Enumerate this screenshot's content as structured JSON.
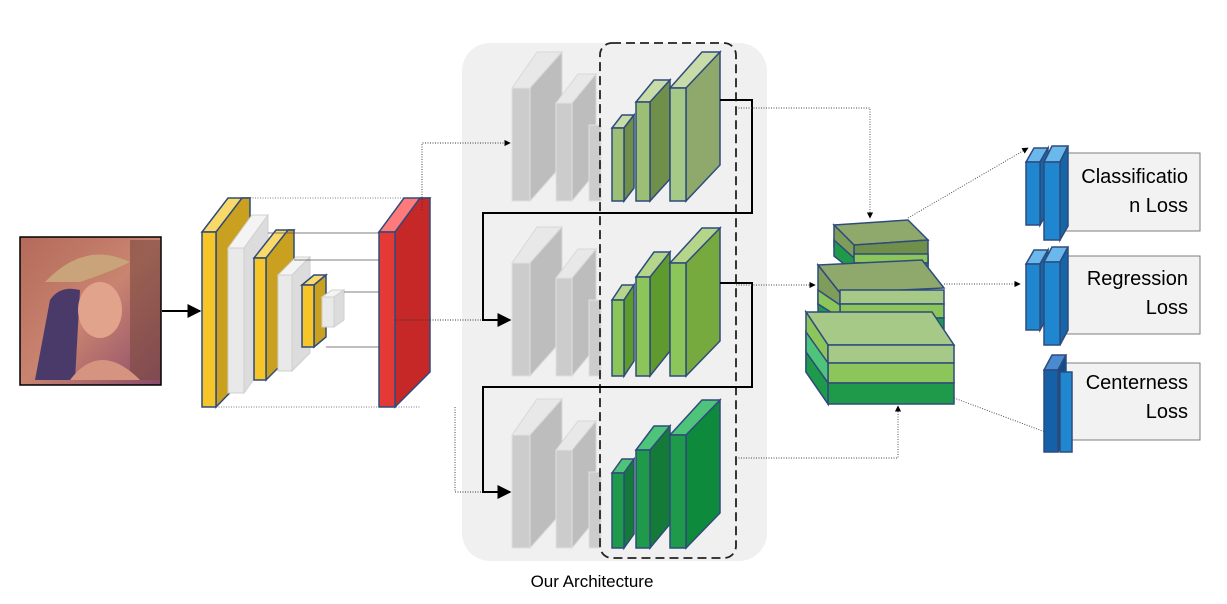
{
  "architecture_caption": "Our Architecture",
  "losses": [
    {
      "label": "Classification Loss"
    },
    {
      "label": "Regression Loss"
    },
    {
      "label": "Centerness Loss"
    }
  ],
  "colors": {
    "backbone_yellow": "#f5c52a",
    "backbone_white": "#e9e9e9",
    "fpn_red": "#e53935",
    "ghost_grey": "#c8c8c8",
    "green_light": "#8fa86c",
    "green_mid": "#77b24a",
    "green_dark": "#1e9a4a",
    "head_blue": "#1f86d0",
    "outline": "#2f4b7c"
  },
  "icons": {
    "input_image": "portrait-photo-thumbnail"
  }
}
